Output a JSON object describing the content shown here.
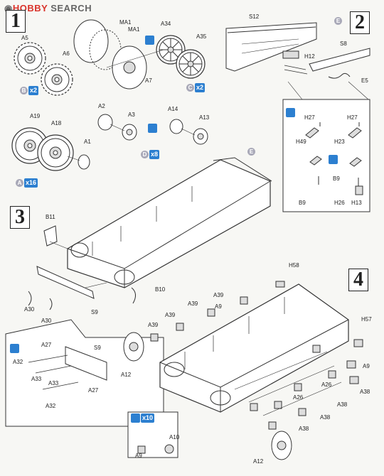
{
  "watermark": {
    "brand_mark": "HOBBY",
    "brand_text": "SEARCH"
  },
  "steps": {
    "s1": "1",
    "s2": "2",
    "s3": "3",
    "s4": "4"
  },
  "markers": {
    "B": "B",
    "C": "C",
    "D": "D",
    "A": "A",
    "E": "E"
  },
  "quantities": {
    "x2b": "x2",
    "x2c": "x2",
    "x8": "x8",
    "x16": "x16",
    "x10": "x10"
  },
  "labels": {
    "A5": "A5",
    "A6": "A6",
    "MA1a": "MA1",
    "MA1b": "MA1",
    "A7": "A7",
    "A34": "A34",
    "A35": "A35",
    "A2": "A2",
    "A3": "A3",
    "A14": "A14",
    "A13": "A13",
    "A19": "A19",
    "A18": "A18",
    "A1": "A1",
    "S12": "S12",
    "S8": "S8",
    "H12": "H12",
    "E5": "E5",
    "H27a": "H27",
    "H27b": "H27",
    "H49": "H49",
    "H23": "H23",
    "B9a": "B9",
    "B9b": "B9",
    "H26": "H26",
    "H13": "H13",
    "Eref": "E",
    "B11": "B11",
    "B10": "B10",
    "A30a": "A30",
    "A30b": "A30",
    "S9a": "S9",
    "A27a": "A27",
    "S9b": "S9",
    "A32a": "A32",
    "A33a": "A33",
    "A33b": "A33",
    "A27b": "A27",
    "A32b": "A32",
    "H58": "H58",
    "A39a": "A39",
    "A39b": "A39",
    "A39c": "A39",
    "A39d": "A39",
    "A9a": "A9",
    "H57": "H57",
    "A12a": "A12",
    "A9b": "A9",
    "A38a": "A38",
    "A26a": "A26",
    "A26b": "A26",
    "A38b": "A38",
    "A38c": "A38",
    "A38d": "A38",
    "A10": "A10",
    "A9c": "A9",
    "A12b": "A12"
  }
}
